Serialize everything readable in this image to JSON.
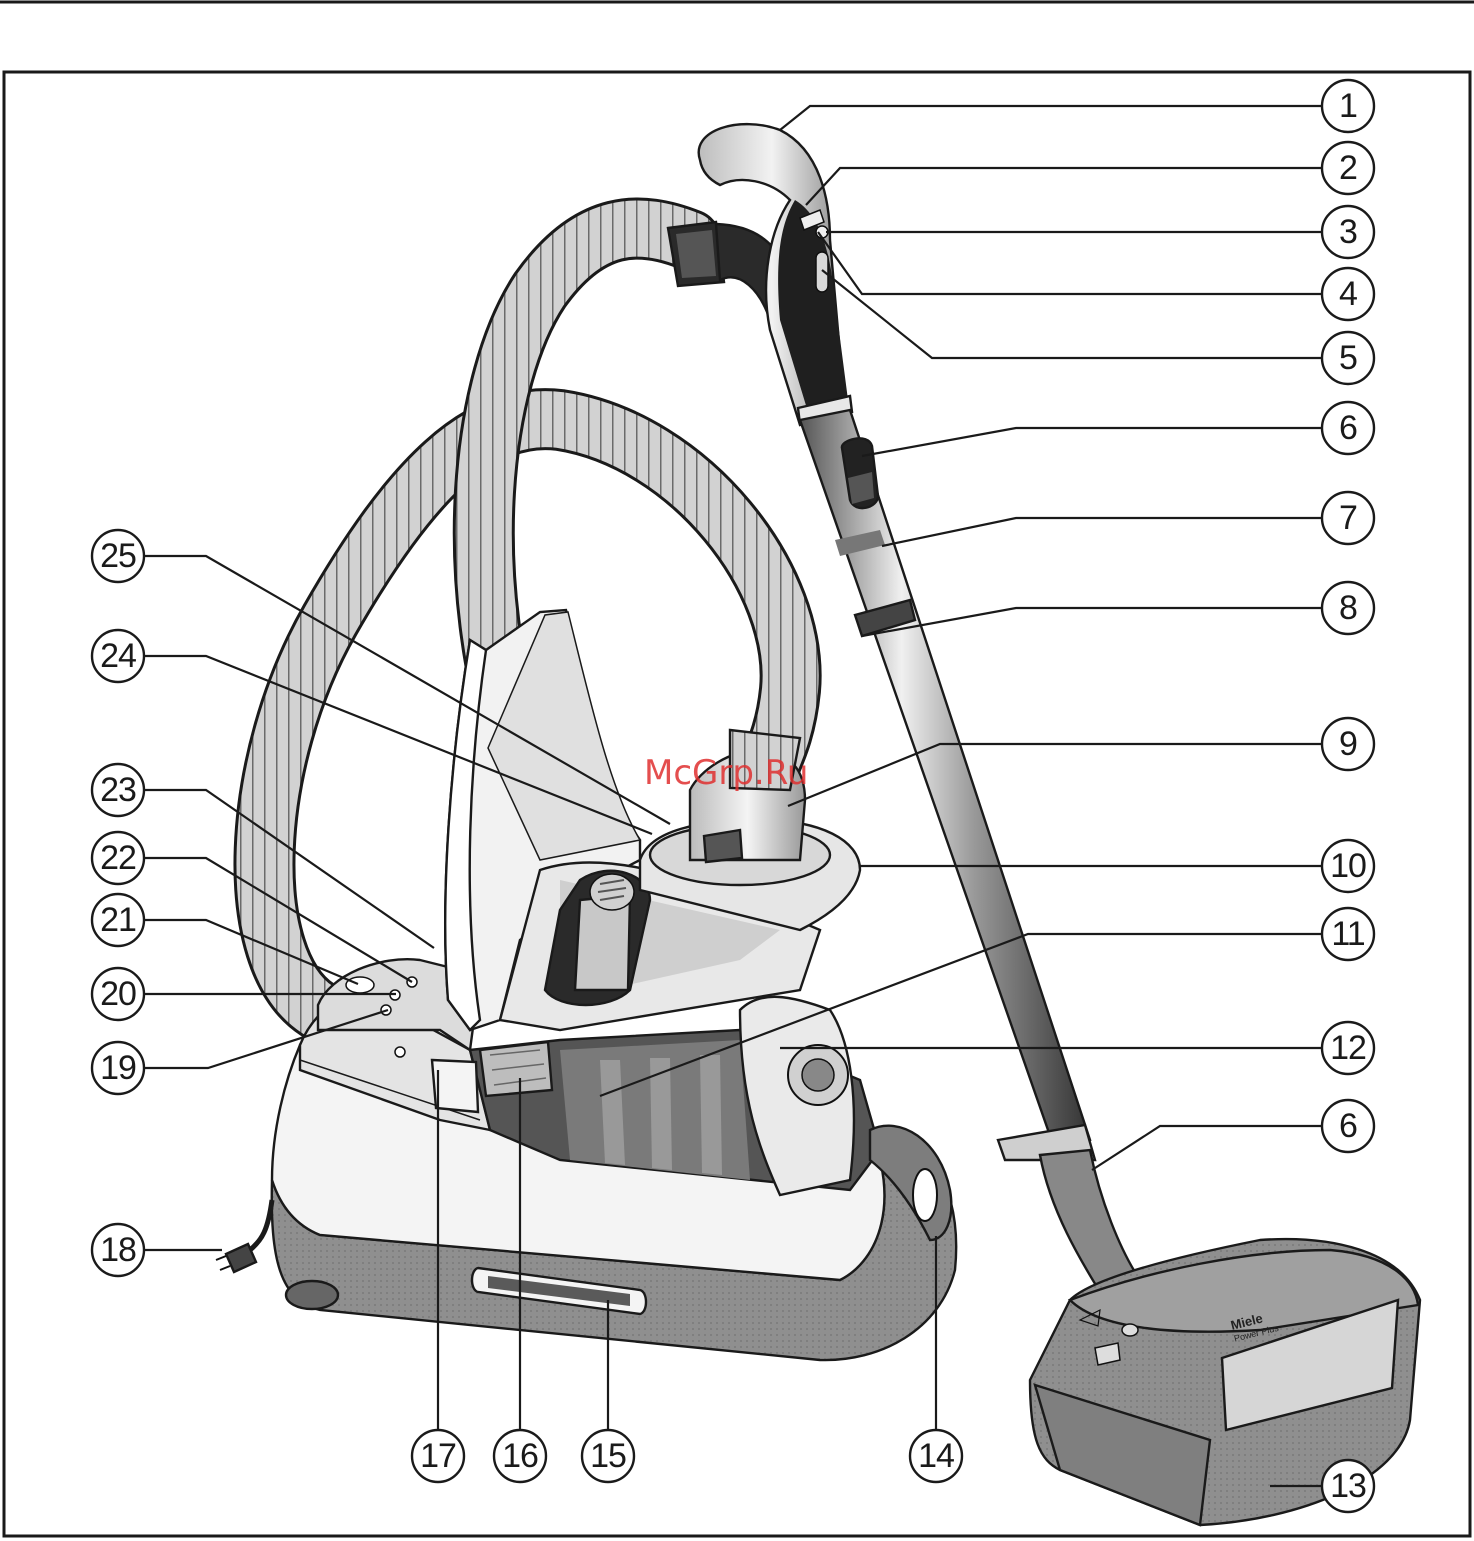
{
  "watermark": "McGrp.Ru",
  "brand": {
    "logo": "Miele",
    "model": "Power Plus"
  },
  "callouts": [
    "1",
    "2",
    "3",
    "4",
    "5",
    "6",
    "7",
    "8",
    "9",
    "10",
    "11",
    "12",
    "6",
    "13",
    "14",
    "15",
    "16",
    "17",
    "18",
    "19",
    "20",
    "21",
    "22",
    "23",
    "24",
    "25"
  ],
  "colors": {
    "line": "#1a1a1a",
    "body": "#f4f4f4",
    "base": "#8c8c8c",
    "hose": "#c8c8c8",
    "dark": "#2a2a2a",
    "watermark": "#e03030"
  }
}
